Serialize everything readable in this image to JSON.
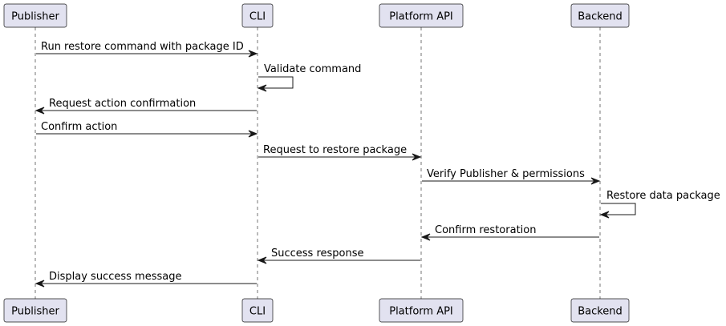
{
  "participants": [
    {
      "id": "publisher",
      "label": "Publisher"
    },
    {
      "id": "cli",
      "label": "CLI"
    },
    {
      "id": "api",
      "label": "Platform API"
    },
    {
      "id": "backend",
      "label": "Backend"
    }
  ],
  "messages": [
    {
      "from": "publisher",
      "to": "cli",
      "label": "Run restore command with package ID"
    },
    {
      "from": "cli",
      "to": "cli",
      "label": "Validate command"
    },
    {
      "from": "cli",
      "to": "publisher",
      "label": "Request action confirmation"
    },
    {
      "from": "publisher",
      "to": "cli",
      "label": "Confirm action"
    },
    {
      "from": "cli",
      "to": "api",
      "label": "Request to restore package"
    },
    {
      "from": "api",
      "to": "backend",
      "label": "Verify Publisher & permissions"
    },
    {
      "from": "backend",
      "to": "backend",
      "label": "Restore data package"
    },
    {
      "from": "backend",
      "to": "api",
      "label": "Confirm restoration"
    },
    {
      "from": "api",
      "to": "cli",
      "label": "Success response"
    },
    {
      "from": "cli",
      "to": "publisher",
      "label": "Display success message"
    }
  ],
  "colors": {
    "participant_fill": "#E2E2F0",
    "line": "#181818"
  }
}
